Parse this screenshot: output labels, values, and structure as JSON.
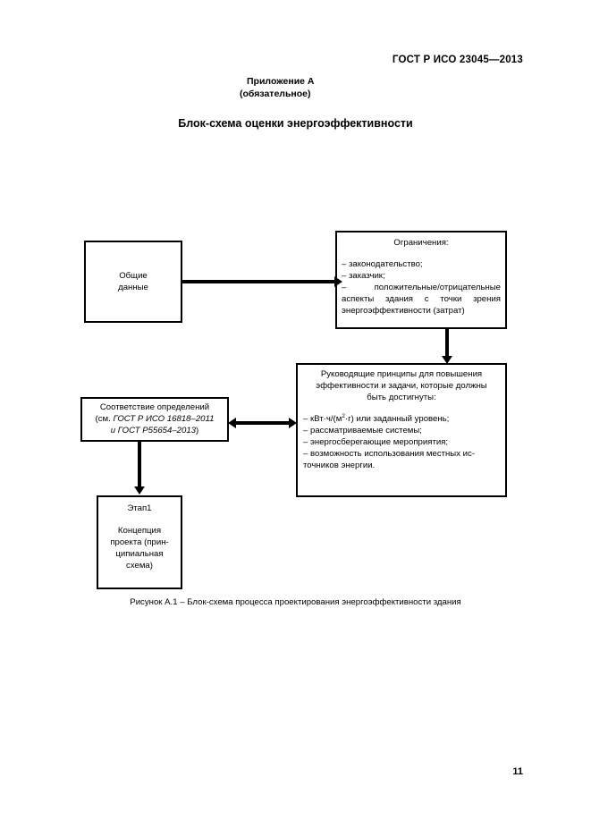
{
  "document": {
    "header_right": "ГОСТ Р ИСО 23045—2013",
    "annex_label": "Приложение А",
    "annex_kind": "(обязательное)",
    "section_title": "Блок-схема оценки энергоэффективности",
    "figure_caption": "Рисунок А.1 – Блок-схема процесса проектирования энергоэффективности здания",
    "page_number": "11"
  },
  "diagram": {
    "general_data": {
      "line1": "Общие",
      "line2": "данные"
    },
    "constraints": {
      "heading": "Ограничения:",
      "items": [
        "– законодательство;",
        "– заказчик;",
        "–      положительные/отрицательные",
        "аспекты здания с точки зрения",
        "энергоэффективности (затрат)"
      ]
    },
    "principles": {
      "heading_line1": "Руководящие принципы для повышения",
      "heading_line2": "эффективности и задачи, которые должны",
      "heading_line3": "быть достигнуты:",
      "item1_pre": "– кВт·ч/(м",
      "item1_sup": "2",
      "item1_post": "·г) или заданный уровень;",
      "item2": "– рассматриваемые системы;",
      "item3": "– энергосберегающие мероприятия;",
      "item4": "– возможность использования местных ис-",
      "item5": "точников энергии."
    },
    "definitions": {
      "line1": "Соответствие определений",
      "line2_pre": "(см. ",
      "line2_italic": "ГОСТ Р ИСО 16818–2011",
      "line3_italic": "и ГОСТ Р55654–2013",
      "line3_post": ")"
    },
    "stage": {
      "label": "Этап1",
      "line1": "Концепция",
      "line2": "проекта (прин-",
      "line3": "ципиальная",
      "line4": "схема)"
    }
  },
  "colors": {
    "ink": "#000000",
    "paper": "#ffffff"
  }
}
